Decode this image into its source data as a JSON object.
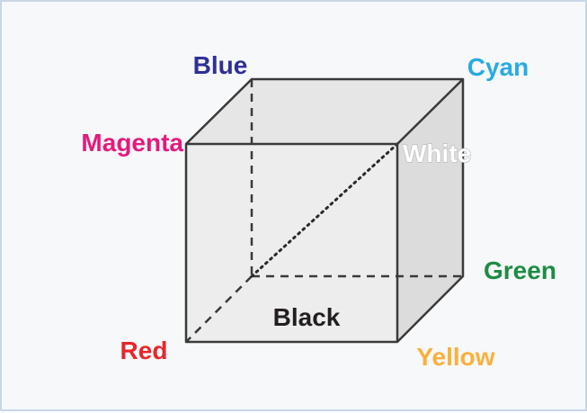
{
  "diagram": {
    "labels": {
      "blue": "Blue",
      "cyan": "Cyan",
      "magenta": "Magenta",
      "white": "White",
      "green": "Green",
      "black": "Black",
      "red": "Red",
      "yellow": "Yellow"
    },
    "colors": {
      "blue": "#2e3192",
      "cyan": "#29abe2",
      "magenta": "#e6197d",
      "white": "#ffffff",
      "green": "#1e8c45",
      "black": "#231f20",
      "red": "#e8262a",
      "yellow": "#fbb03b",
      "cube_fill": "#e4e4e4",
      "cube_stroke": "#3a3a3a"
    }
  }
}
